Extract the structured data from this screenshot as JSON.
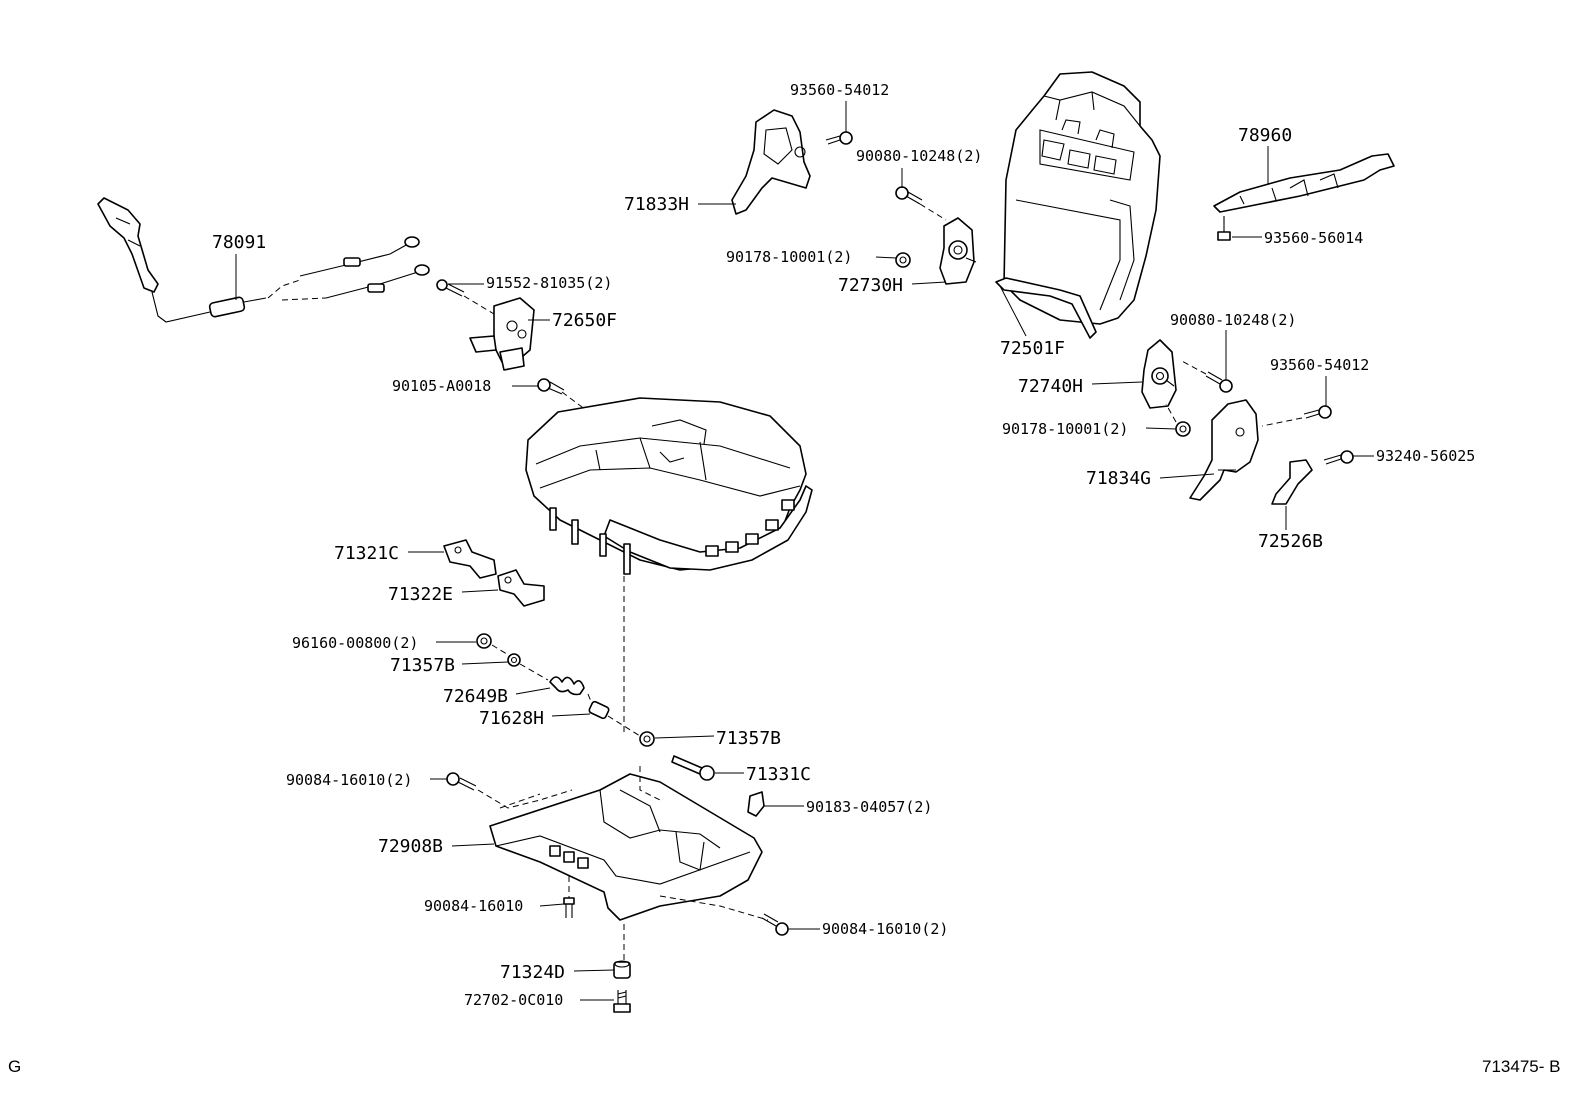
{
  "parts": [
    {
      "id": "p78091",
      "number": "78091"
    },
    {
      "id": "p91552",
      "number": "91552-81035(2)"
    },
    {
      "id": "p72650F",
      "number": "72650F"
    },
    {
      "id": "p90105",
      "number": "90105-A0018"
    },
    {
      "id": "p93560a",
      "number": "93560-54012"
    },
    {
      "id": "p71833H",
      "number": "71833H"
    },
    {
      "id": "p90080a",
      "number": "90080-10248(2)"
    },
    {
      "id": "p90178a",
      "number": "90178-10001(2)"
    },
    {
      "id": "p72730H",
      "number": "72730H"
    },
    {
      "id": "p72501F",
      "number": "72501F"
    },
    {
      "id": "p78960",
      "number": "78960"
    },
    {
      "id": "p93560b",
      "number": "93560-56014"
    },
    {
      "id": "p90080b",
      "number": "90080-10248(2)"
    },
    {
      "id": "p72740H",
      "number": "72740H"
    },
    {
      "id": "p93560c",
      "number": "93560-54012"
    },
    {
      "id": "p90178b",
      "number": "90178-10001(2)"
    },
    {
      "id": "p71834G",
      "number": "71834G"
    },
    {
      "id": "p93240",
      "number": "93240-56025"
    },
    {
      "id": "p72526B",
      "number": "72526B"
    },
    {
      "id": "p71321C",
      "number": "71321C"
    },
    {
      "id": "p71322E",
      "number": "71322E"
    },
    {
      "id": "p96160",
      "number": "96160-00800(2)"
    },
    {
      "id": "p71357Ba",
      "number": "71357B"
    },
    {
      "id": "p72649B",
      "number": "72649B"
    },
    {
      "id": "p71628H",
      "number": "71628H"
    },
    {
      "id": "p71357Bb",
      "number": "71357B"
    },
    {
      "id": "p71331C",
      "number": "71331C"
    },
    {
      "id": "p90084a",
      "number": "90084-16010(2)"
    },
    {
      "id": "p90183",
      "number": "90183-04057(2)"
    },
    {
      "id": "p72908B",
      "number": "72908B"
    },
    {
      "id": "p90084b",
      "number": "90084-16010"
    },
    {
      "id": "p90084c",
      "number": "90084-16010(2)"
    },
    {
      "id": "p71324D",
      "number": "71324D"
    },
    {
      "id": "p72702",
      "number": "72702-0C010"
    }
  ],
  "footer": {
    "left_code": "G",
    "diagram_id": "713475- B"
  }
}
